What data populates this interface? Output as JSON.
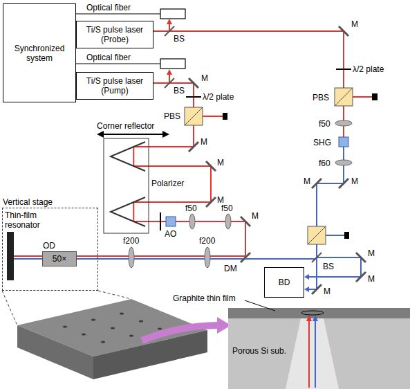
{
  "diagram": {
    "nodes": [
      {
        "text": [
          "Synchronized system"
        ]
      },
      {
        "text": [
          "Ti/S pulse laser (Probe)"
        ]
      },
      {
        "text": [
          "Ti/S pulse laser (Pump)"
        ]
      },
      {
        "text": [
          "Vertical stage",
          "Thin-film resonator"
        ]
      },
      {
        "text": [
          "OD",
          "50×"
        ],
        "in": 3
      },
      {
        "text": [
          "BD"
        ]
      }
    ],
    "labels": [
      "Optical fiber",
      "Optical fiber",
      "BS",
      "M",
      "λ/2 plate",
      "PBS",
      "f50",
      "SHG",
      "f60",
      "BS",
      "M",
      "λ/2 plate",
      "PBS",
      "Corner reflector",
      "M",
      "M",
      "M",
      "Polarizer",
      "AO",
      "f50",
      "f50",
      "M",
      "M",
      "M",
      "f200",
      "f200",
      "DM",
      "BS",
      "M",
      "M",
      "M",
      "Graphite thin film",
      "Porous Si sub."
    ]
  }
}
